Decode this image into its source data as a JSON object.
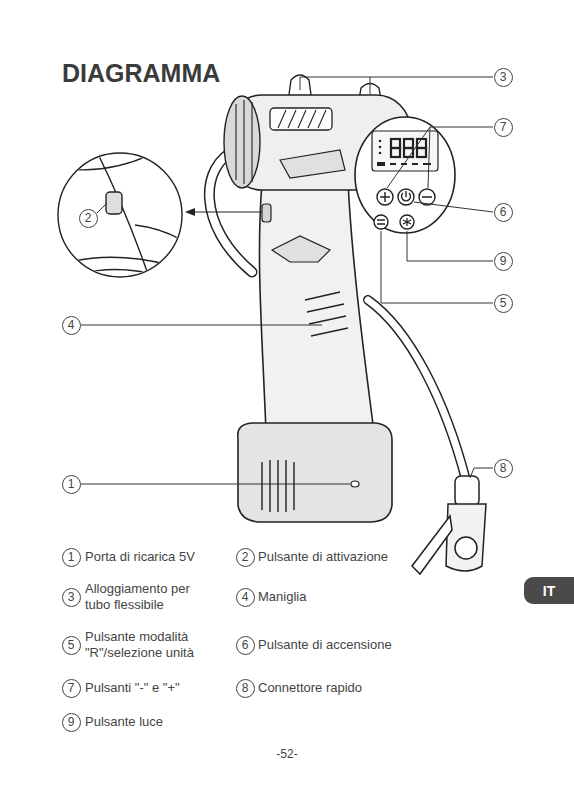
{
  "diagram": {
    "title": "DIAGRAMMA",
    "nodes": [
      {
        "text": [
          "3"
        ]
      },
      {
        "text": [
          "7"
        ]
      },
      {
        "text": [
          "6"
        ]
      },
      {
        "text": [
          "2"
        ]
      },
      {
        "text": [
          "9"
        ]
      },
      {
        "text": [
          "5"
        ]
      },
      {
        "text": [
          "4"
        ]
      },
      {
        "text": [
          "8"
        ]
      },
      {
        "text": [
          "1"
        ]
      },
      {
        "text": [
          "1"
        ]
      },
      {
        "text": [
          "2"
        ]
      },
      {
        "text": [
          "3"
        ]
      },
      {
        "text": [
          "4"
        ]
      },
      {
        "text": [
          "5"
        ]
      },
      {
        "text": [
          "6"
        ]
      },
      {
        "text": [
          "7"
        ]
      },
      {
        "text": [
          "8"
        ]
      },
      {
        "text": [
          "9"
        ]
      },
      {
        "text": [
          "IT"
        ]
      }
    ],
    "labels": [
      "Porta di ricarica 5V",
      "Pulsante di attivazione",
      "Alloggiamento per tubo flessibile",
      "Maniglia",
      "Pulsante modalità \"R\"/selezione unità",
      "Pulsante di accensione",
      "Pulsanti \"-\" e \"+\"",
      "Connettore rapido",
      "Pulsante luce",
      "-52-"
    ]
  }
}
